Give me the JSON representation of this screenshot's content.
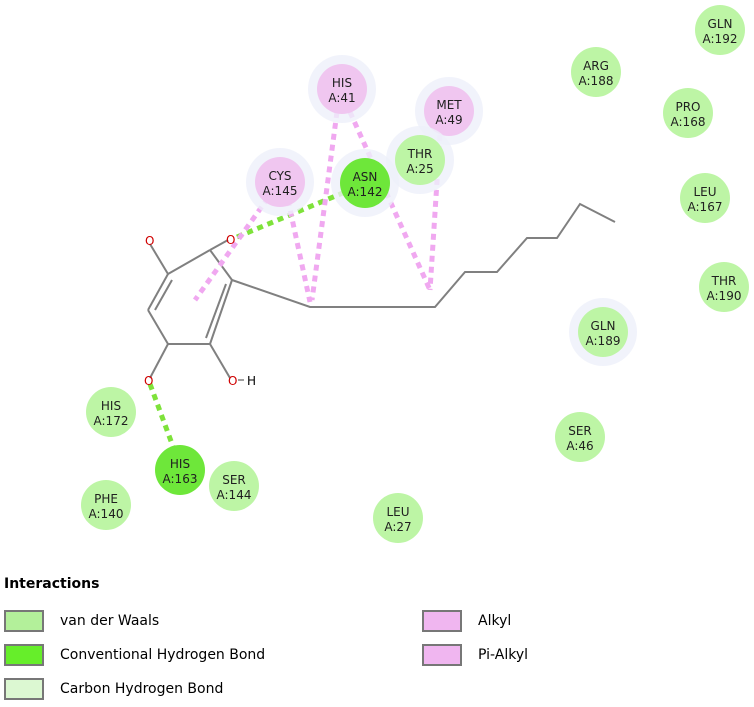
{
  "residues": [
    {
      "name": "GLN",
      "chain": "A:192",
      "type": "vdw"
    },
    {
      "name": "ARG",
      "chain": "A:188",
      "type": "vdw"
    },
    {
      "name": "PRO",
      "chain": "A:168",
      "type": "vdw"
    },
    {
      "name": "LEU",
      "chain": "A:167",
      "type": "vdw"
    },
    {
      "name": "THR",
      "chain": "A:190",
      "type": "vdw"
    },
    {
      "name": "GLN",
      "chain": "A:189",
      "type": "vdw"
    },
    {
      "name": "SER",
      "chain": "A:46",
      "type": "vdw"
    },
    {
      "name": "HIS",
      "chain": "A:41",
      "type": "alkyl"
    },
    {
      "name": "MET",
      "chain": "A:49",
      "type": "alkyl"
    },
    {
      "name": "THR",
      "chain": "A:25",
      "type": "vdw"
    },
    {
      "name": "CYS",
      "chain": "A:145",
      "type": "alkyl"
    },
    {
      "name": "ASN",
      "chain": "A:142",
      "type": "hbond"
    },
    {
      "name": "HIS",
      "chain": "A:172",
      "type": "vdw"
    },
    {
      "name": "HIS",
      "chain": "A:163",
      "type": "hbond"
    },
    {
      "name": "SER",
      "chain": "A:144",
      "type": "vdw"
    },
    {
      "name": "PHE",
      "chain": "A:140",
      "type": "vdw"
    },
    {
      "name": "LEU",
      "chain": "A:27",
      "type": "vdw"
    }
  ],
  "atoms": {
    "oxygen": "O",
    "hydrogen": "H"
  },
  "legend": {
    "title": "Interactions",
    "items": [
      {
        "label": "van der Waals",
        "color": "#b3f09a"
      },
      {
        "label": "Conventional Hydrogen Bond",
        "color": "#66ee2a"
      },
      {
        "label": "Carbon Hydrogen Bond",
        "color": "#dcf8d2"
      },
      {
        "label": "Alkyl",
        "color": "#f0b6f0"
      },
      {
        "label": "Pi-Alkyl",
        "color": "#f0b6f0"
      }
    ]
  },
  "colors": {
    "vdw": "#bdf5a5",
    "hbond": "#6ee73a",
    "alkyl": "#f0c6f0",
    "hbond_line": "#7ee23a",
    "alkyl_line": "#f0a8f0",
    "bond": "#808080",
    "oxygen": "#d00000"
  }
}
